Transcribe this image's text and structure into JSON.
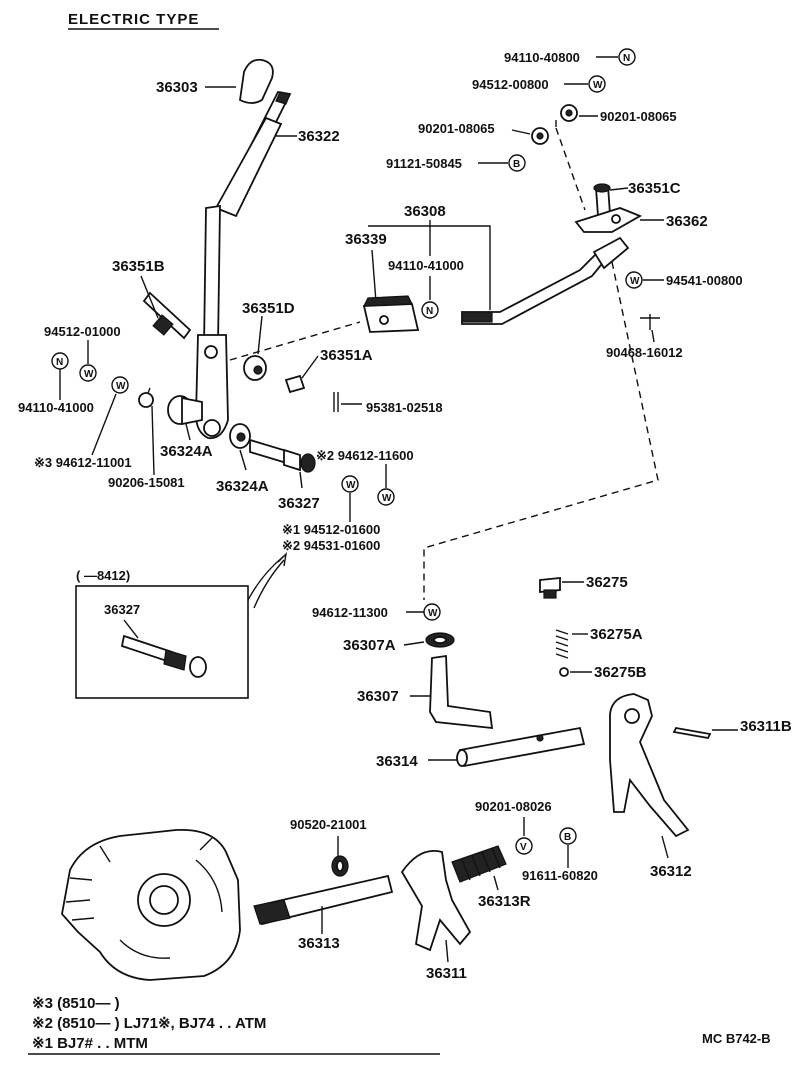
{
  "title": "ELECTRIC TYPE",
  "labels": {
    "p36303": "36303",
    "p36322": "36322",
    "p36351B": "36351B",
    "p94512_01000": "94512-01000",
    "p94110_41000_left": "94110-41000",
    "p94612_11001": "※3 94612-11001",
    "p90206_15081": "90206-15081",
    "p36324A_1": "36324A",
    "p36324A_2": "36324A",
    "p36327": "36327",
    "p94612_11600": "※2 94612-11600",
    "p94512_01600": "※1 94512-01600",
    "p94531_01600": "※2 94531-01600",
    "p36351D": "36351D",
    "p36351A": "36351A",
    "p95381_02518": "95381-02518",
    "p36339": "36339",
    "p36308": "36308",
    "p94110_41000_mid": "94110-41000",
    "p94110_40800": "94110-40800",
    "p94512_00800": "94512-00800",
    "p90201_08065_a": "90201-08065",
    "p90201_08065_b": "90201-08065",
    "p91121_50845": "91121-50845",
    "p36351C": "36351C",
    "p36362": "36362",
    "p94541_00800": "94541-00800",
    "p90468_16012": "90468-16012",
    "p94612_11300": "94612-11300",
    "p36275": "36275",
    "p36307A": "36307A",
    "p36275A": "36275A",
    "p36275B": "36275B",
    "p36307": "36307",
    "p36311B": "36311B",
    "p36314": "36314",
    "p90201_08026": "90201-08026",
    "p90520_21001": "90520-21001",
    "p91611_60820": "91611-60820",
    "p36312": "36312",
    "p36313R": "36313R",
    "p36313": "36313",
    "p36311": "36311"
  },
  "inset": {
    "header": "(        —8412)",
    "part": "36327"
  },
  "symbols": {
    "N": "N",
    "W": "W",
    "B": "B",
    "V": "V"
  },
  "notes": [
    "※3 (8510—          )",
    "※2 (8510—          ) LJ71※, BJ74 . . ATM",
    "※1 BJ7# . . MTM"
  ],
  "code": "MC  B742-B"
}
